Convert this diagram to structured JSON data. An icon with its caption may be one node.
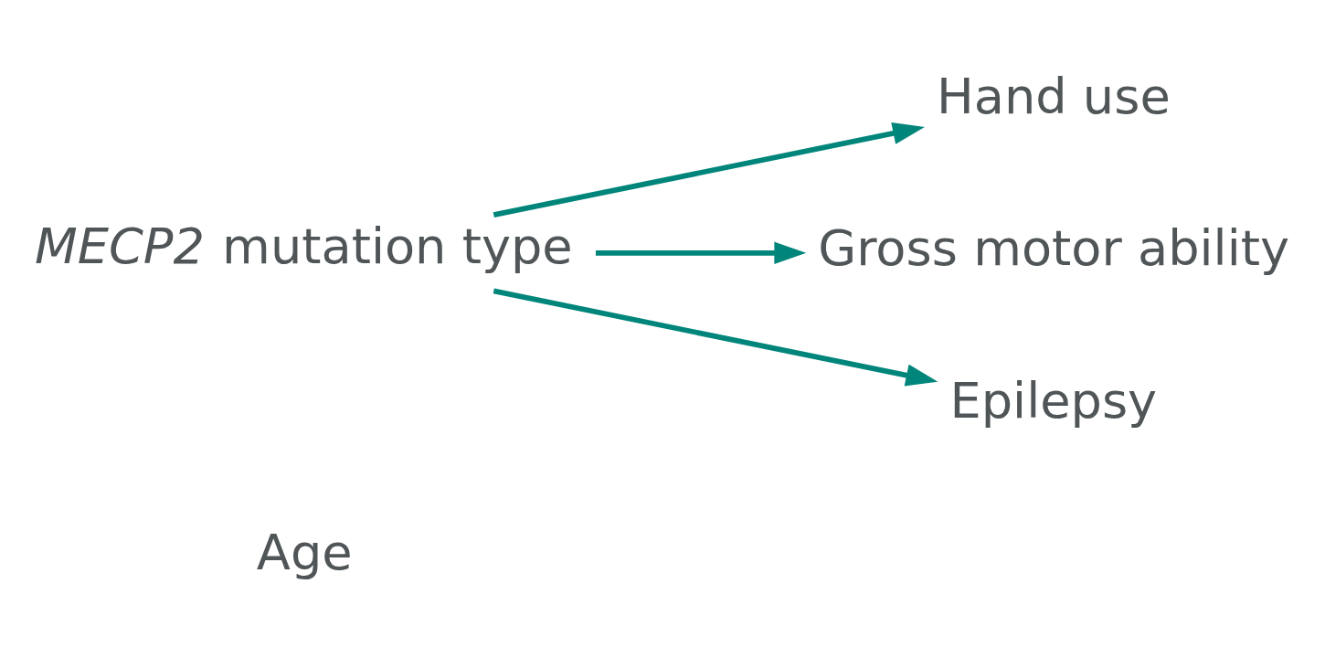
{
  "diagram": {
    "nodes": [
      {
        "text": [
          "*MECP2* mutation type"
        ]
      },
      {
        "text": [
          "Hand use"
        ]
      },
      {
        "text": [
          "Gross motor ability"
        ]
      },
      {
        "text": [
          "Epilepsy"
        ]
      }
    ],
    "edges": [
      {
        "from": 0,
        "to": 1,
        "arrow": "to"
      },
      {
        "from": 0,
        "to": 2,
        "arrow": "to"
      },
      {
        "from": 0,
        "to": 3,
        "arrow": "to"
      }
    ],
    "labels": [
      "Age"
    ]
  }
}
